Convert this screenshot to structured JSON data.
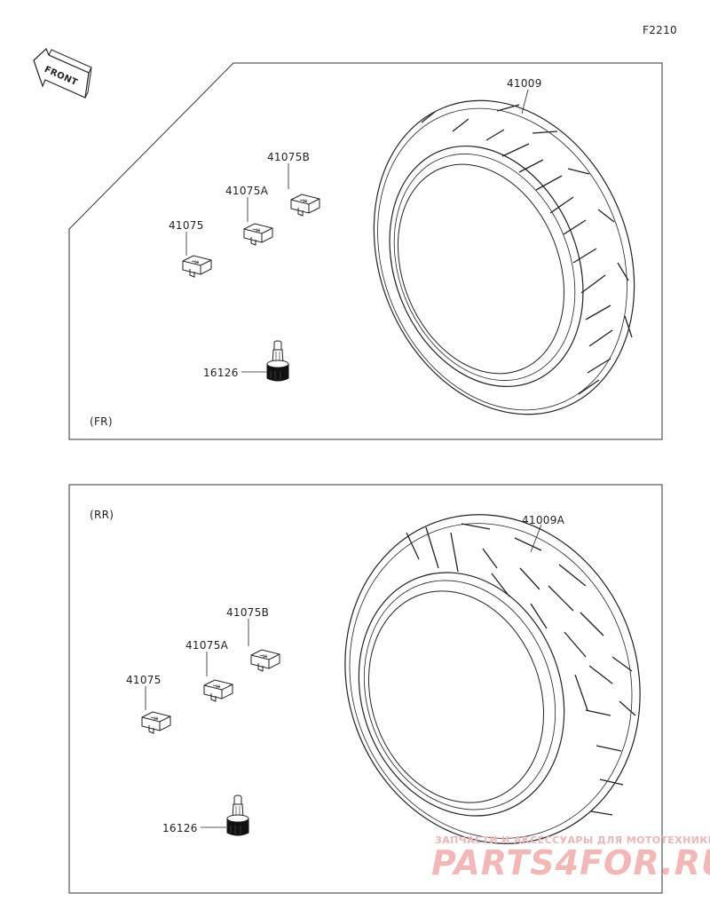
{
  "figure_code": "F2210",
  "front_label": "FRONT",
  "sections": {
    "front": {
      "tag": "(FR)",
      "tire_part": "41009",
      "weight_a": "41075",
      "weight_b": "41075A",
      "weight_c": "41075B",
      "valve_part": "16126"
    },
    "rear": {
      "tag": "(RR)",
      "tire_part": "41009A",
      "weight_a": "41075",
      "weight_b": "41075A",
      "weight_c": "41075B",
      "valve_part": "16126"
    }
  },
  "watermark": {
    "line1": "ЗАПЧАСТИ И АКСЕССУАРЫ ДЛЯ МОТОТЕХНИКИ",
    "line2": "PARTS4FOR.RU"
  }
}
